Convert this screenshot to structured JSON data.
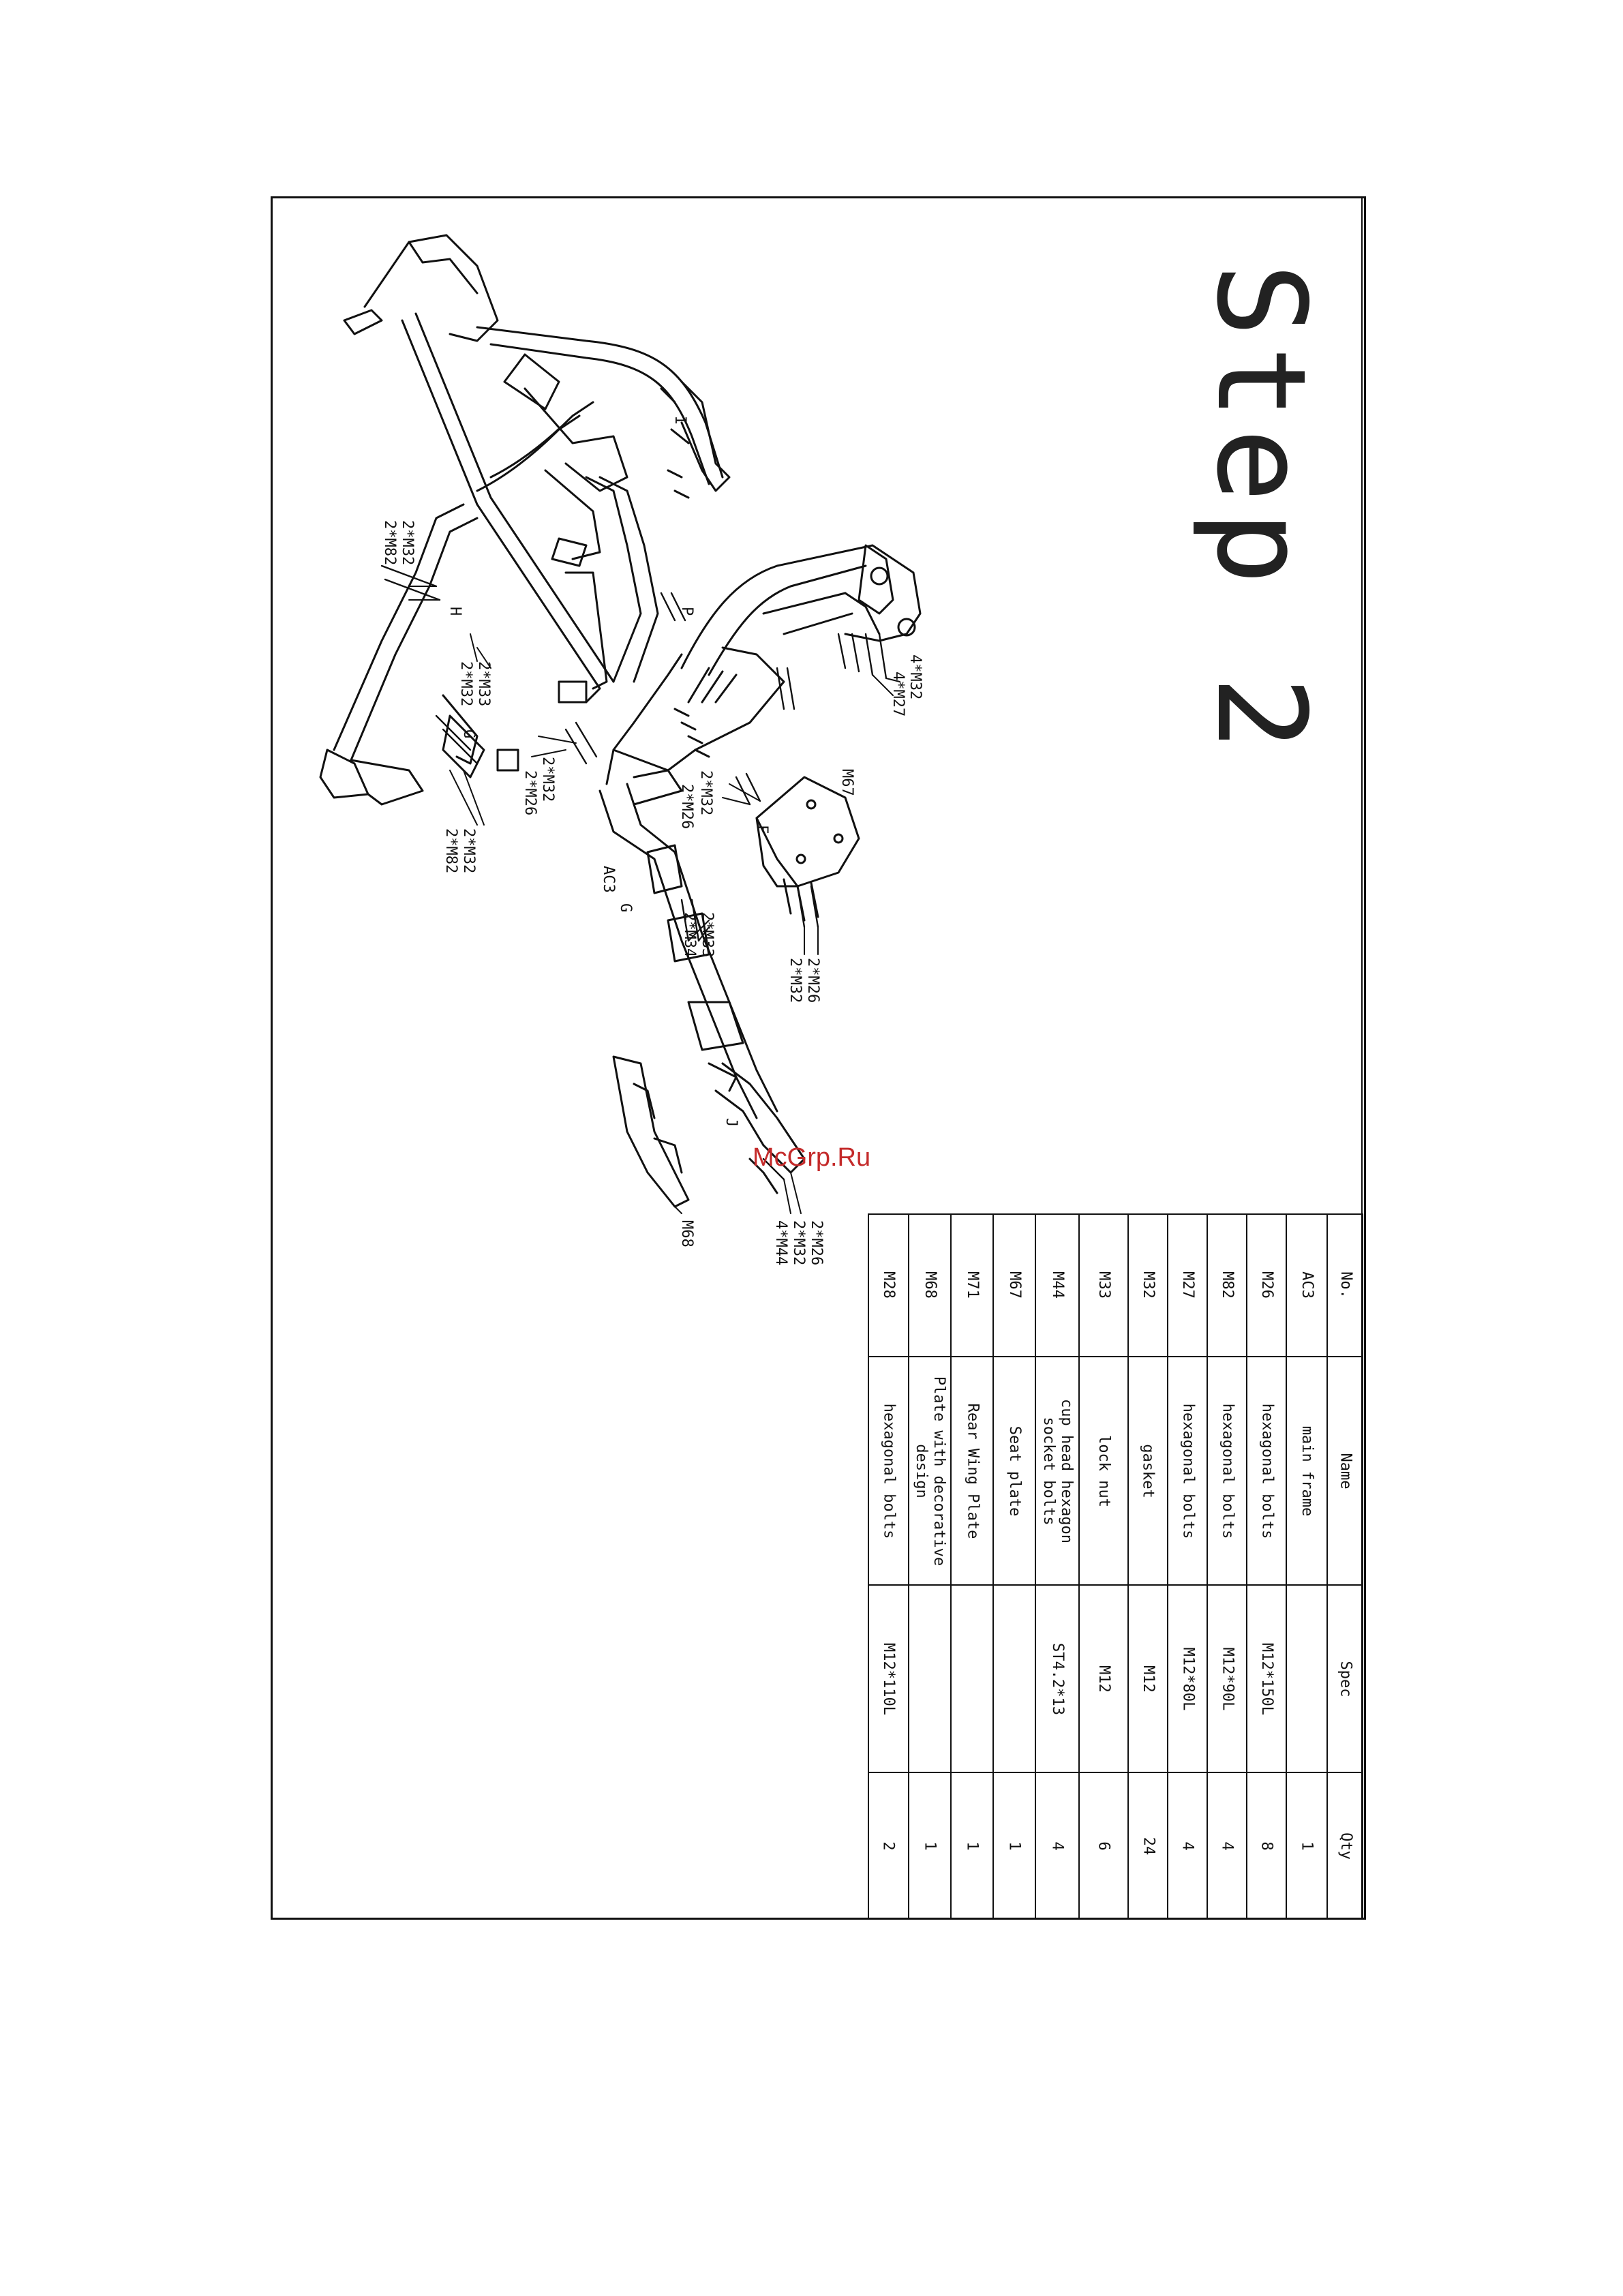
{
  "title": "Step 2",
  "watermark": "McGrp.Ru",
  "parts_table": {
    "headers": [
      "No.",
      "Name",
      "Spec",
      "Qty"
    ],
    "rows": [
      {
        "no": "AC3",
        "name": "main frame",
        "spec": "",
        "qty": "1"
      },
      {
        "no": "M26",
        "name": "hexagonal bolts",
        "spec": "M12*150L",
        "qty": "8"
      },
      {
        "no": "M82",
        "name": "hexagonal bolts",
        "spec": "M12*90L",
        "qty": "4"
      },
      {
        "no": "M27",
        "name": "hexagonal bolts",
        "spec": "M12*80L",
        "qty": "4"
      },
      {
        "no": "M32",
        "name": "gasket",
        "spec": "M12",
        "qty": "24"
      },
      {
        "no": "M33",
        "name": "lock nut",
        "spec": "M12",
        "qty": "6"
      },
      {
        "no": "M44",
        "name": "cup head hexagon\nsocket bolts",
        "spec": "ST4.2*13",
        "qty": "4"
      },
      {
        "no": "M67",
        "name": "Seat plate",
        "spec": "",
        "qty": "1"
      },
      {
        "no": "M71",
        "name": "Rear Wing Plate",
        "spec": "",
        "qty": "1"
      },
      {
        "no": "M68",
        "name": "Plate with decorative\ndesign",
        "spec": "",
        "qty": "1"
      },
      {
        "no": "M28",
        "name": "hexagonal bolts",
        "spec": "M12*110L",
        "qty": "2"
      }
    ]
  },
  "callouts": {
    "c1": "2*M32",
    "c2": "2*M82",
    "c3": "2*M33",
    "c4": "2*M32",
    "c5": "2*M32",
    "c6": "2*M82",
    "c7": "2*M26",
    "c8": "2*M32",
    "c9": "4*M32",
    "c10": "4*M27",
    "c11": "2*M26",
    "c12": "2*M32",
    "c13": "M67",
    "c14": "2*M33",
    "c15": "2*M34",
    "c16": "2*M26",
    "c17": "2*M32",
    "c18": "2*M26",
    "c19": "2*M32",
    "c20": "4*M44",
    "c21": "M68",
    "c22": "AC3",
    "l_g1": "G",
    "l_g2": "G",
    "l_h": "H",
    "l_i": "I",
    "l_j": "J",
    "l_f": "F",
    "l_p": "P"
  }
}
